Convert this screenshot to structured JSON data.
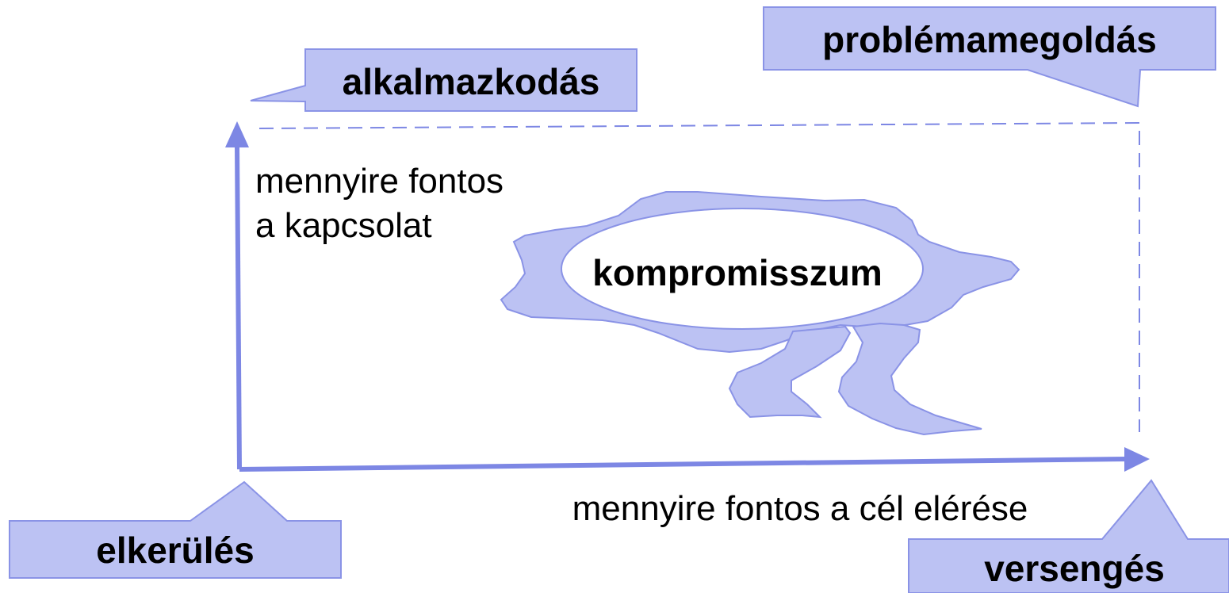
{
  "diagram": {
    "labels": {
      "alkalmazkodas": "alkalmazkodás",
      "problemamegoldas": "problémamegoldás",
      "elkerules": "elkerülés",
      "versenges": "versengés",
      "kompromisszum": "kompromisszum",
      "y_axis_line1": "mennyire fontos",
      "y_axis_line2": "a kapcsolat",
      "x_axis": "mennyire fontos a cél elérése"
    },
    "colors": {
      "callout_fill": "#bcc2f3",
      "callout_stroke": "#8a93e6",
      "axis": "#7d87e4",
      "dashed": "#7d87e4",
      "cloud_fill": "#bcc2f3",
      "cloud_stroke": "#8a93e6"
    }
  }
}
